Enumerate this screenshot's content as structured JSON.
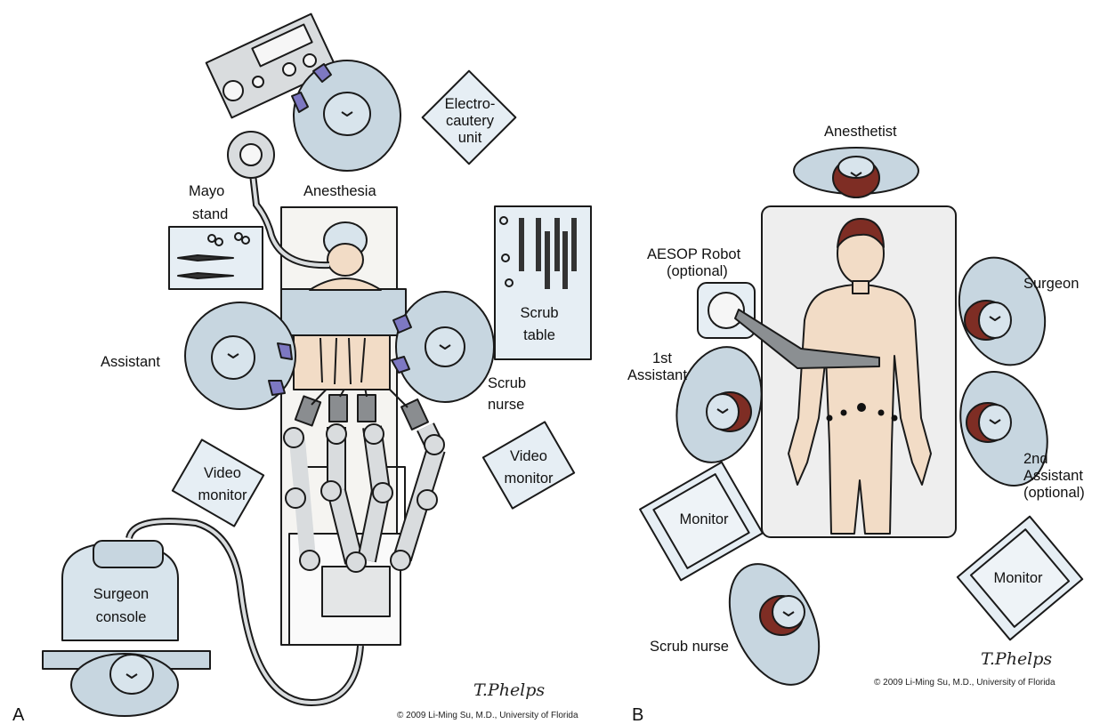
{
  "panel_a": {
    "panel_label": "A",
    "labels": {
      "electrocautery_line1": "Electro-",
      "electrocautery_line2": "cautery",
      "electrocautery_line3": "unit",
      "anesthesia": "Anesthesia",
      "mayo_line1": "Mayo",
      "mayo_line2": "stand",
      "scrub_table_line1": "Scrub",
      "scrub_table_line2": "table",
      "assistant": "Assistant",
      "scrub_nurse_line1": "Scrub",
      "scrub_nurse_line2": "nurse",
      "video_monitor_left_line1": "Video",
      "video_monitor_left_line2": "monitor",
      "video_monitor_right_line1": "Video",
      "video_monitor_right_line2": "monitor",
      "surgeon_console_line1": "Surgeon",
      "surgeon_console_line2": "console"
    },
    "copyright": "© 2009 Li-Ming Su, M.D., University of Florida",
    "signature": "T.Phelps"
  },
  "panel_b": {
    "panel_label": "B",
    "labels": {
      "anesthetist": "Anesthetist",
      "aesop_line1": "AESOP Robot",
      "aesop_line2": "(optional)",
      "surgeon": "Surgeon",
      "first_assistant_line1": "1st",
      "first_assistant_line2": "Assistant",
      "second_assistant_line1": "2nd",
      "second_assistant_line2": "Assistant",
      "second_assistant_line3": "(optional)",
      "monitor_left": "Monitor",
      "monitor_right": "Monitor",
      "scrub_nurse": "Scrub nurse"
    },
    "copyright": "© 2009 Li-Ming Su, M.D., University of Florida",
    "signature": "T.Phelps"
  },
  "colors": {
    "gown": "#c7d6e0",
    "glove": "#7d78c2",
    "hair": "#7e2d24",
    "skin": "#f2dcc6"
  }
}
